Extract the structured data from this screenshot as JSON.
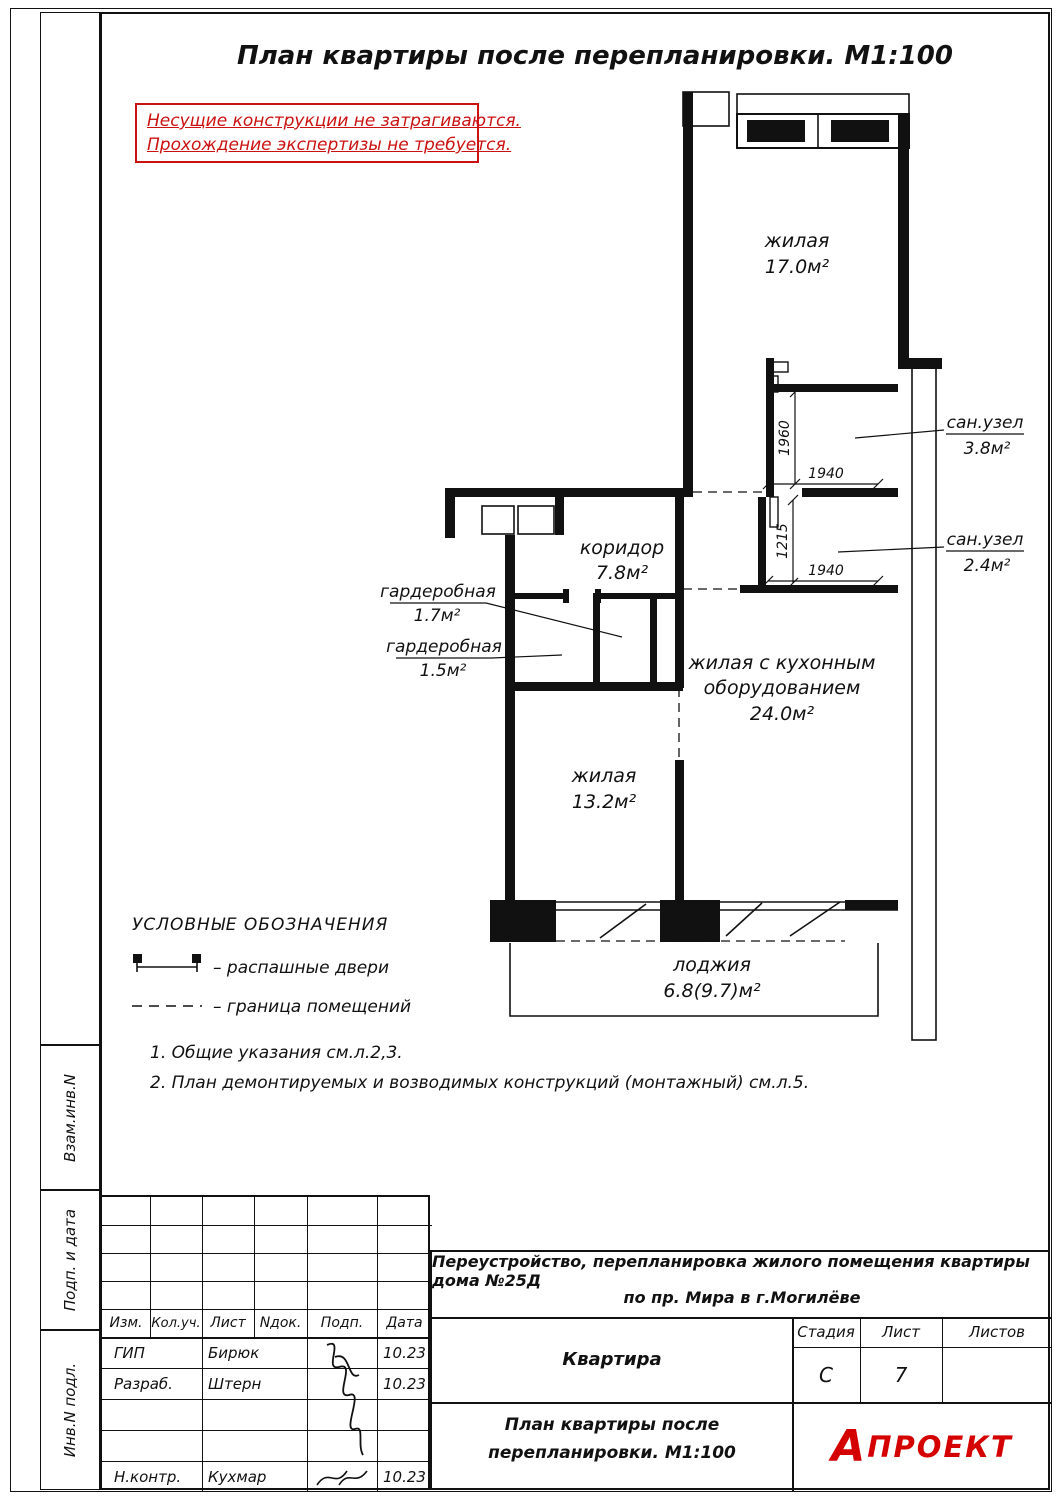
{
  "page": {
    "title": "План квартиры после перепланировки. М1:100"
  },
  "warning": {
    "line1": "Несущие конструкции не затрагиваются.",
    "line2": "Прохождение экспертизы не требуется."
  },
  "plan": {
    "rooms": [
      {
        "name": "жилая",
        "area": "17.0м²"
      },
      {
        "name": "коридор",
        "area": "7.8м²"
      },
      {
        "name": "жилая с кухонным",
        "name2": "оборудованием",
        "area": "24.0м²"
      },
      {
        "name": "жилая",
        "area": "13.2м²"
      },
      {
        "name": "лоджия",
        "area": "6.8(9.7)м²"
      }
    ],
    "callouts": [
      {
        "name": "сан.узел",
        "area": "3.8м²"
      },
      {
        "name": "сан.узел",
        "area": "2.4м²"
      },
      {
        "name": "гардеробная",
        "area": "1.7м²"
      },
      {
        "name": "гардеробная",
        "area": "1.5м²"
      }
    ],
    "dims": {
      "d1": "1960",
      "d2": "1940",
      "d3": "1215",
      "d4": "1940"
    }
  },
  "legend": {
    "title": "УСЛОВНЫЕ ОБОЗНАЧЕНИЯ",
    "door": "– распашные двери",
    "boundary": "– граница помещений"
  },
  "notes": {
    "n1": "1. Общие указания см.л.2,3.",
    "n2": "2. План демонтируемых и возводимых конструкций (монтажный) см.л.5."
  },
  "sidebar": {
    "c1": "Взам.инв.N",
    "c2": "Подп. и дата",
    "c3": "Инв.N подл."
  },
  "titleblock": {
    "headers": {
      "h1": "Изм.",
      "h2": "Кол.уч.",
      "h3": "Лист",
      "h4": "Nдок.",
      "h5": "Подп.",
      "h6": "Дата"
    },
    "row1": {
      "role": "ГИП",
      "name": "Бирюк",
      "date": "10.23"
    },
    "row2": {
      "role": "Разраб.",
      "name": "Штерн",
      "date": "10.23"
    },
    "row5": {
      "role": "Н.контр.",
      "name": "Кухмар",
      "date": "10.23"
    },
    "project_line1": "Переустройство, перепланировка жилого помещения квартиры дома №25Д",
    "project_line2": "по пр. Мира в г.Могилёве",
    "object": "Квартира",
    "stage_label": "Стадия",
    "sheet_label": "Лист",
    "sheets_label": "Листов",
    "stage": "С",
    "sheet": "7",
    "sheets": "",
    "doc_line1": "План квартиры после",
    "doc_line2": "перепланировки. М1:100",
    "logo_letter": "А",
    "logo_text": "ПРОЕКТ"
  }
}
